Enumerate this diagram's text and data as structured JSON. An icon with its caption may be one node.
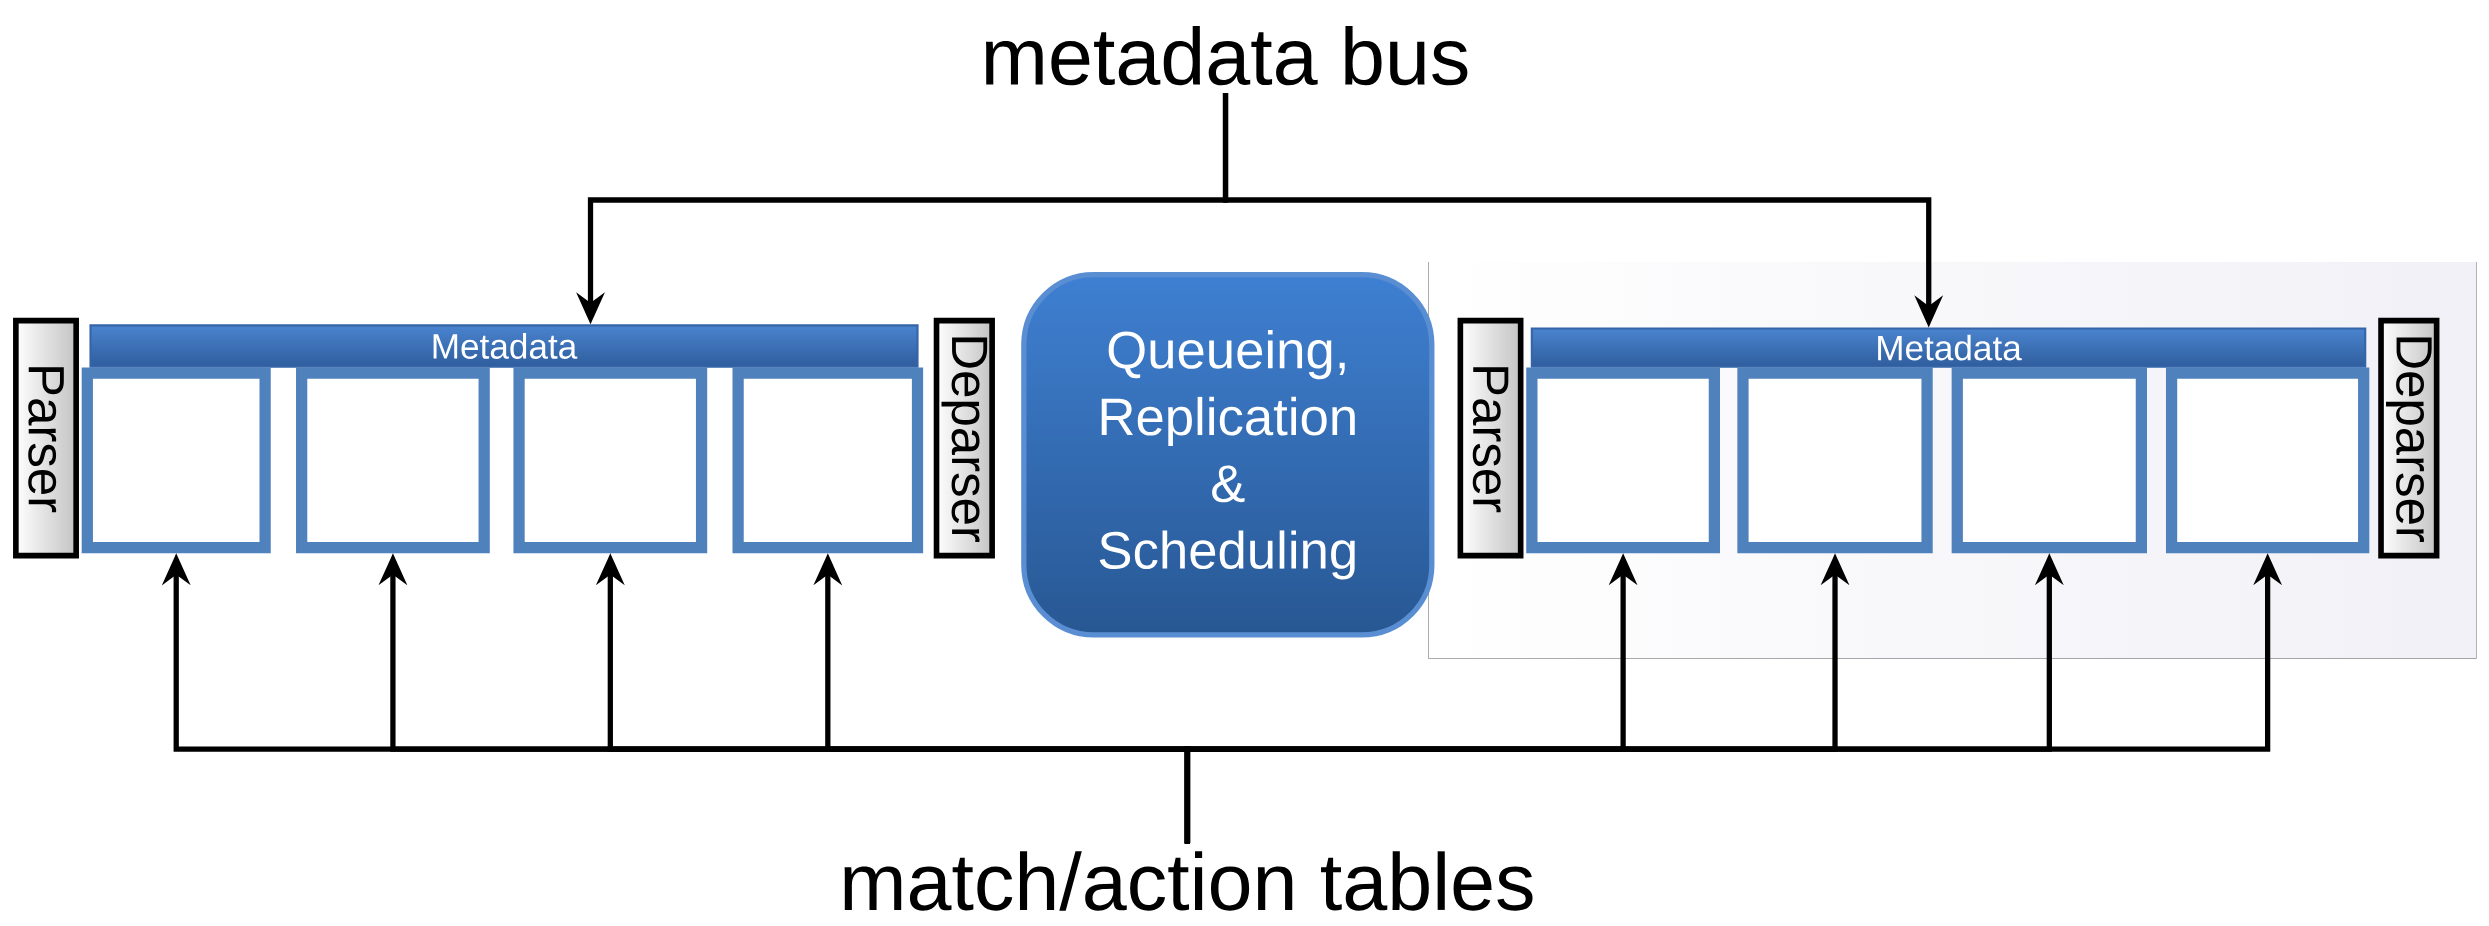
{
  "diagram": {
    "nodes": [
      {
        "text": [
          "metadata bus"
        ]
      },
      {
        "text": [
          "match/action tables"
        ]
      },
      {
        "text": [
          "Parser"
        ]
      },
      {
        "text": [
          "Metadata"
        ]
      },
      {
        "text": [],
        "shape": "box"
      },
      {
        "text": [],
        "shape": "box"
      },
      {
        "text": [],
        "shape": "box"
      },
      {
        "text": [],
        "shape": "box"
      },
      {
        "text": [
          "Deparser"
        ]
      },
      {
        "text": [
          "Queueing, Replication & Scheduling"
        ]
      },
      {
        "text": [
          "Parser"
        ]
      },
      {
        "text": [
          "Metadata"
        ]
      },
      {
        "text": [],
        "shape": "box"
      },
      {
        "text": [],
        "shape": "box"
      },
      {
        "text": [],
        "shape": "box"
      },
      {
        "text": [],
        "shape": "box"
      },
      {
        "text": [
          "Deparser"
        ]
      }
    ],
    "edges": [
      {
        "from": 0,
        "to": 3,
        "arrow": "to"
      },
      {
        "from": 0,
        "to": 11,
        "arrow": "to"
      },
      {
        "from": 1,
        "to": 4,
        "arrow": "to"
      },
      {
        "from": 1,
        "to": 5,
        "arrow": "to"
      },
      {
        "from": 1,
        "to": 6,
        "arrow": "to"
      },
      {
        "from": 1,
        "to": 7,
        "arrow": "to"
      },
      {
        "from": 1,
        "to": 12,
        "arrow": "to"
      },
      {
        "from": 1,
        "to": 13,
        "arrow": "to"
      },
      {
        "from": 1,
        "to": 14,
        "arrow": "to"
      },
      {
        "from": 1,
        "to": 15,
        "arrow": "to"
      }
    ]
  }
}
